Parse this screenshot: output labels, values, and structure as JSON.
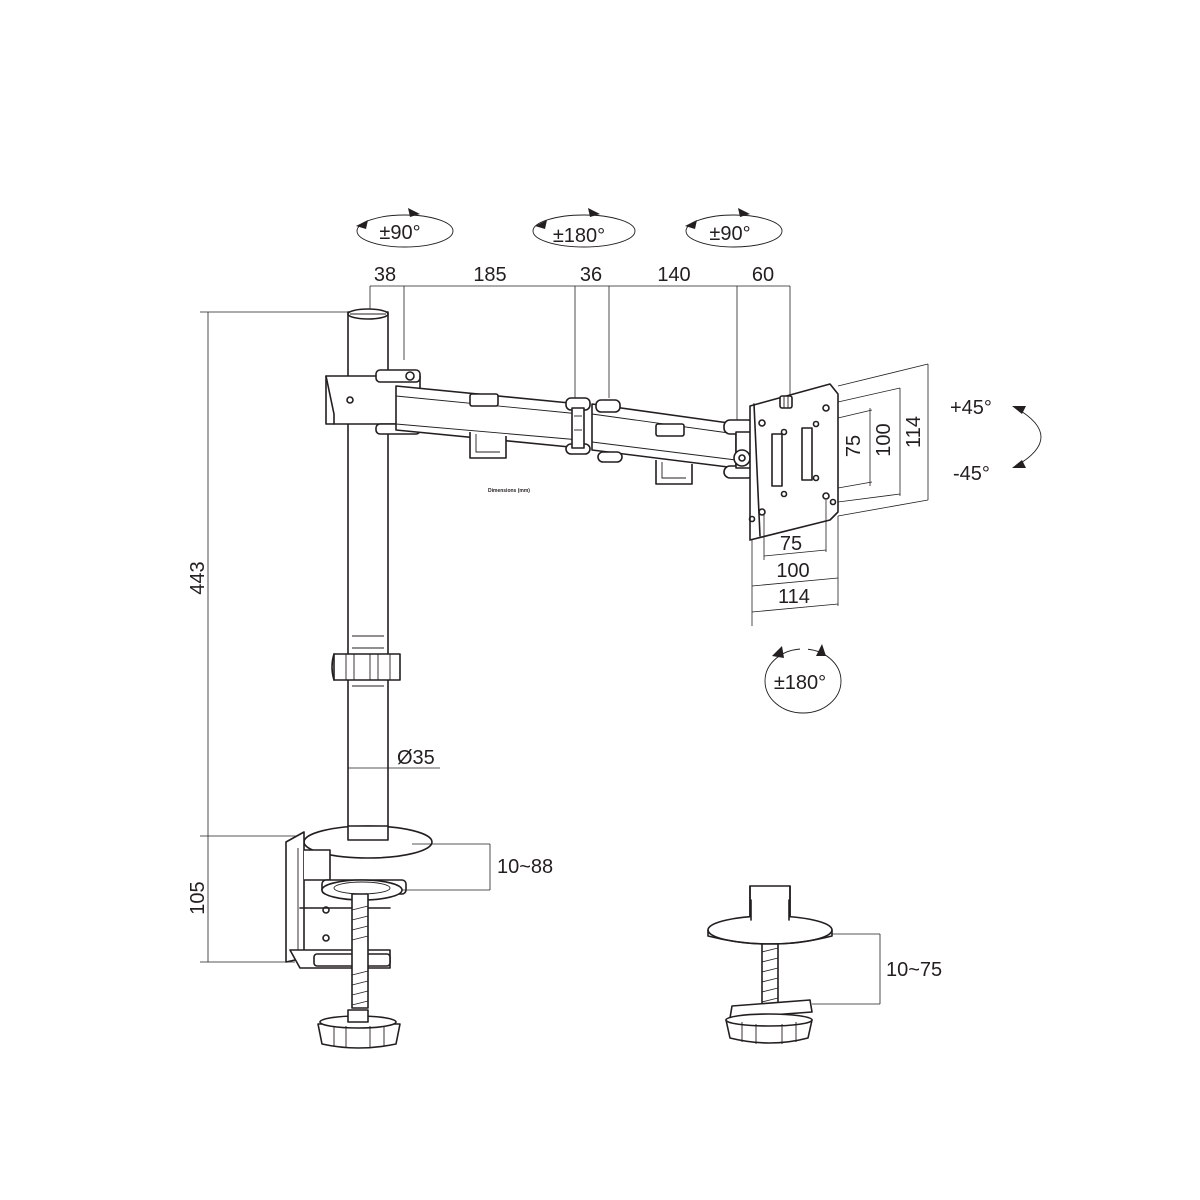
{
  "rotations": {
    "pole_swivel": "±90°",
    "arm_joint": "±180°",
    "head_swivel": "±90°",
    "tilt_up": "+45°",
    "tilt_down": "-45°",
    "rotation": "±180°"
  },
  "arm_dims": [
    "38",
    "185",
    "36",
    "140",
    "60"
  ],
  "pole_height": "443",
  "pole_diameter": "Ø35",
  "clamp_height": "105",
  "clamp_range": "10~88",
  "grommet_range": "10~75",
  "vesa": {
    "vertical": [
      "75",
      "100",
      "114"
    ],
    "horizontal": [
      "75",
      "100",
      "114"
    ]
  },
  "dimensions_note": "Dimensions (mm)"
}
